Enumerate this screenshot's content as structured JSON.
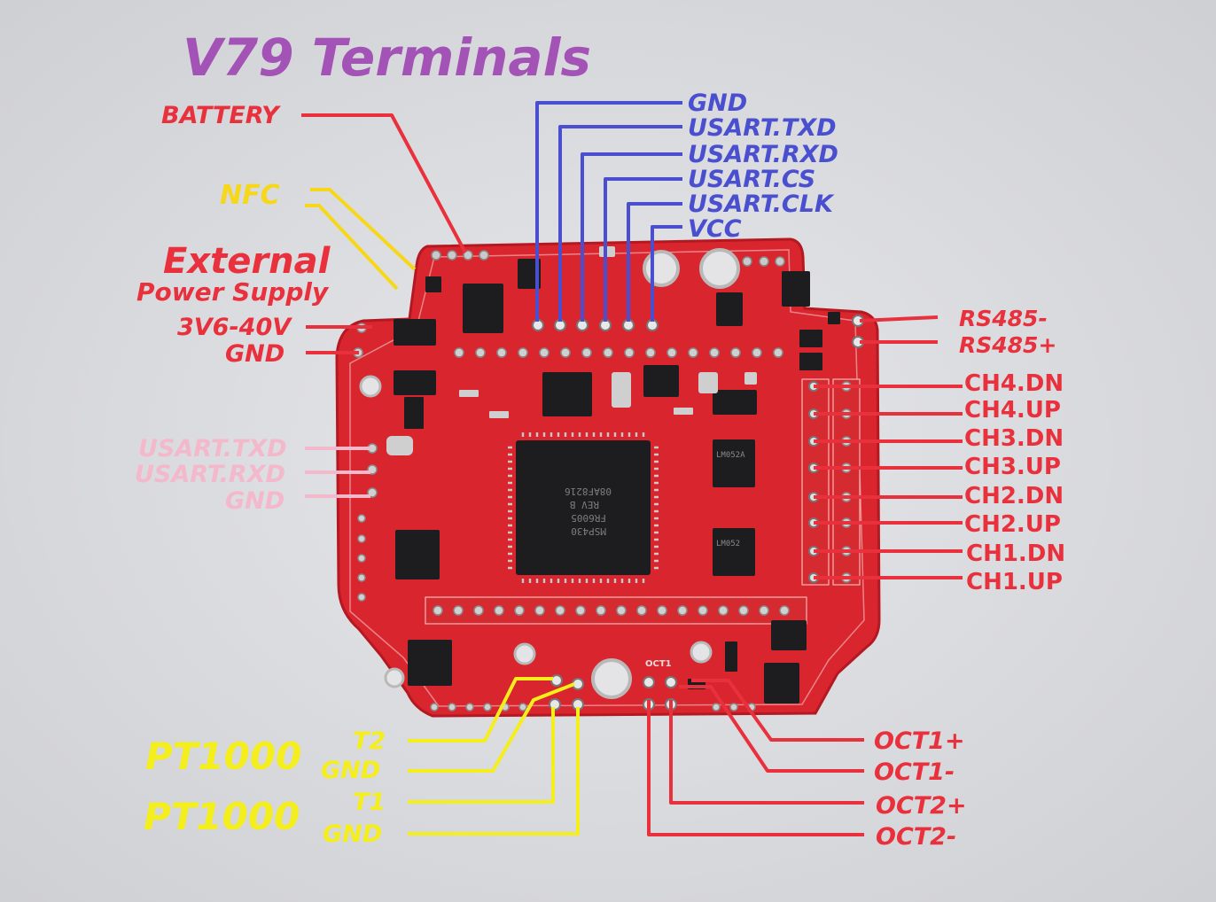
{
  "title": "V79 Terminals",
  "colors": {
    "title": "#a352b5",
    "red": "#e8313c",
    "blue": "#4a4fcf",
    "yellow": "#f7d71a",
    "yellow_bright": "#f4ee1c",
    "pink": "#f4b8cb",
    "board": "#d9252e",
    "chip": "#1d1d1f"
  },
  "left_labels": {
    "battery": "BATTERY",
    "nfc": "NFC",
    "external": "External",
    "power_supply": "Power Supply",
    "voltage": "3V6-40V",
    "gnd": "GND",
    "usart_txd": "USART.TXD",
    "usart_rxd": "USART.RXD",
    "usart_gnd": "GND"
  },
  "top_labels": {
    "gnd": "GND",
    "txd": "USART.TXD",
    "rxd": "USART.RXD",
    "cs": "USART.CS",
    "clk": "USART.CLK",
    "vcc": "VCC"
  },
  "right_labels": {
    "rs485_minus": "RS485-",
    "rs485_plus": "RS485+",
    "ch4_dn": "CH4.DN",
    "ch4_up": "CH4.UP",
    "ch3_dn": "CH3.DN",
    "ch3_up": "CH3.UP",
    "ch2_dn": "CH2.DN",
    "ch2_up": "CH2.UP",
    "ch1_dn": "CH1.DN",
    "ch1_up": "CH1.UP"
  },
  "bottom_labels": {
    "pt1000_a": "PT1000",
    "pt1000_b": "PT1000",
    "t2": "T2",
    "gnd_a": "GND",
    "t1": "T1",
    "gnd_b": "GND",
    "oct1_plus": "OCT1+",
    "oct1_minus": "OCT1-",
    "oct2_plus": "OCT2+",
    "oct2_minus": "OCT2-"
  },
  "board_text": {
    "mcu_line1": "MSP430",
    "mcu_line2": "FR6005",
    "mcu_line3": "REV B",
    "mcu_line4": "08AF8216",
    "oct1": "OCT1",
    "lm1": "LM052A",
    "lm2": "LM052"
  }
}
